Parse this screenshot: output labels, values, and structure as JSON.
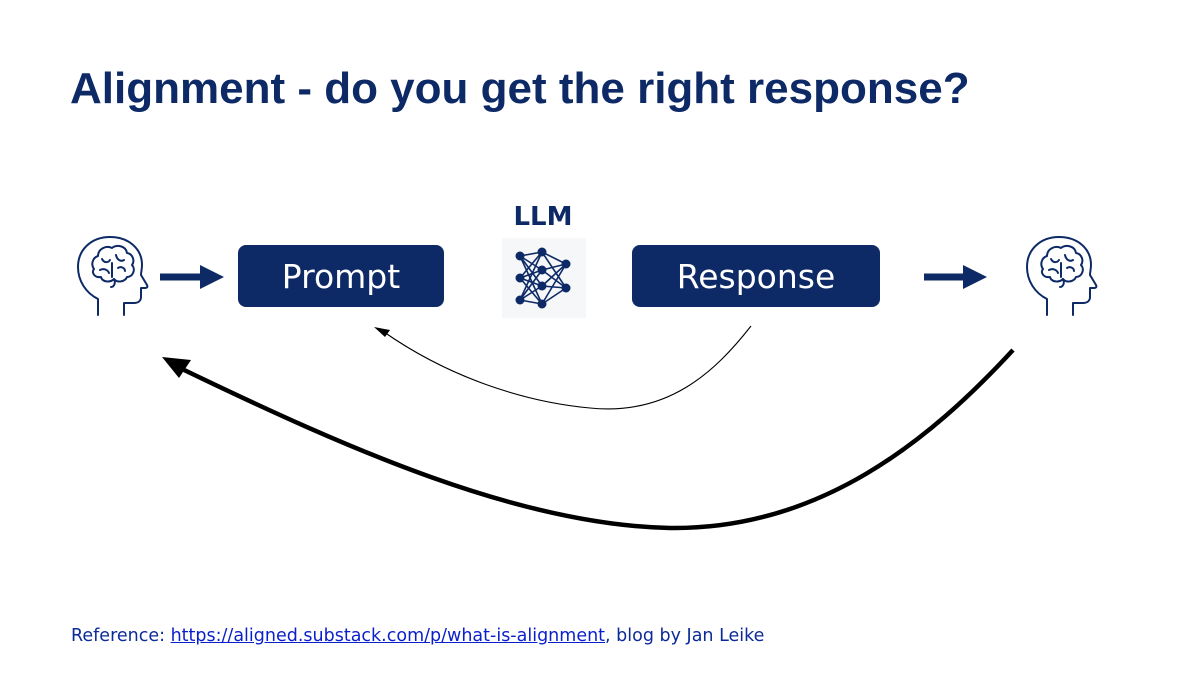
{
  "slide": {
    "title": "Alignment - do you get the right response?",
    "llm_label": "LLM",
    "prompt_label": "Prompt",
    "response_label": "Response",
    "reference": {
      "prefix": "Reference: ",
      "link_text": "https://aligned.substack.com/p/what-is-alignment",
      "suffix": ", blog by Jan Leike"
    }
  },
  "colors": {
    "navy": "#0d2a66",
    "link": "#0a1fcc",
    "arrow_black": "#000000"
  },
  "icons": {
    "left_head": "head-brain-icon",
    "right_head": "head-brain-icon",
    "network": "neural-network-icon"
  }
}
